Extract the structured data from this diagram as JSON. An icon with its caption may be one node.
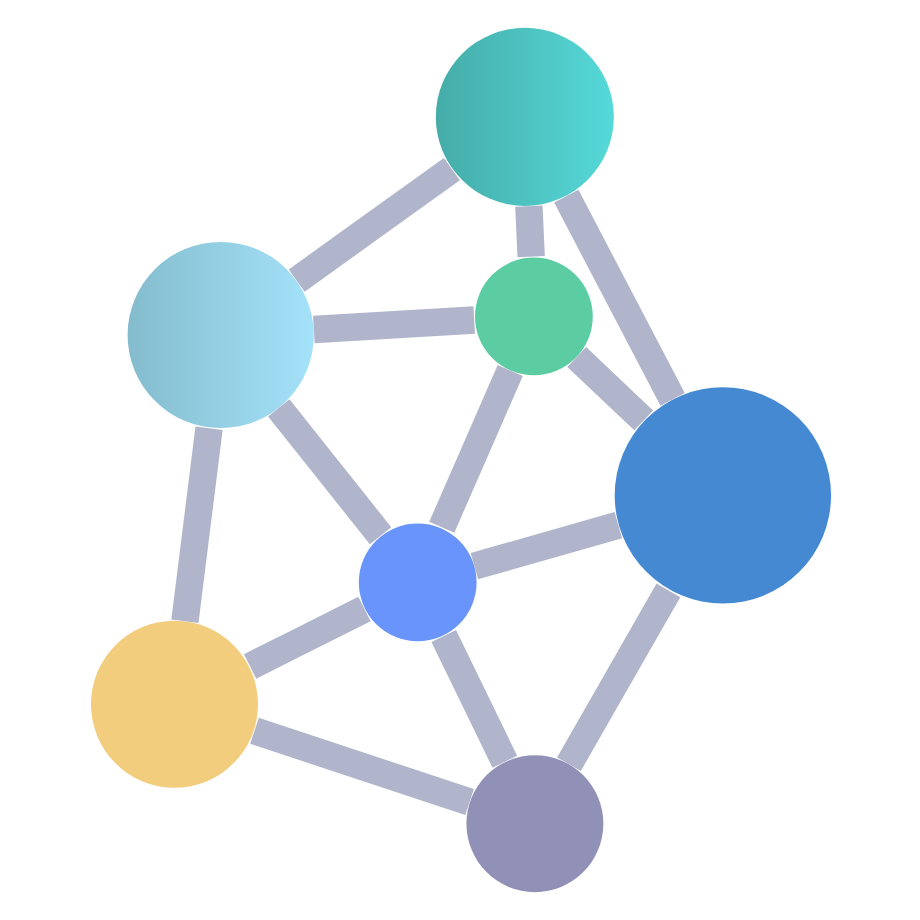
{
  "diagram": {
    "nodes": [
      {
        "text": [],
        "shape": "circle"
      },
      {
        "text": [],
        "shape": "circle"
      },
      {
        "text": [],
        "shape": "circle"
      },
      {
        "text": [],
        "shape": "circle"
      },
      {
        "text": [],
        "shape": "circle"
      },
      {
        "text": [],
        "shape": "circle"
      },
      {
        "text": [],
        "shape": "circle"
      }
    ],
    "edges": [
      {
        "from": 0,
        "to": 1,
        "arrow": "none"
      },
      {
        "from": 0,
        "to": 2,
        "arrow": "none"
      },
      {
        "from": 0,
        "to": 4,
        "arrow": "none"
      },
      {
        "from": 0,
        "to": 6,
        "arrow": "none"
      },
      {
        "from": 1,
        "to": 2,
        "arrow": "none"
      },
      {
        "from": 1,
        "to": 3,
        "arrow": "none"
      },
      {
        "from": 2,
        "to": 3,
        "arrow": "none"
      },
      {
        "from": 2,
        "to": 4,
        "arrow": "none"
      },
      {
        "from": 2,
        "to": 5,
        "arrow": "none"
      },
      {
        "from": 4,
        "to": 5,
        "arrow": "none"
      },
      {
        "from": 4,
        "to": 6,
        "arrow": "none"
      },
      {
        "from": 3,
        "to": 5,
        "arrow": "none"
      },
      {
        "from": 6,
        "to": 5,
        "arrow": "none"
      }
    ]
  }
}
